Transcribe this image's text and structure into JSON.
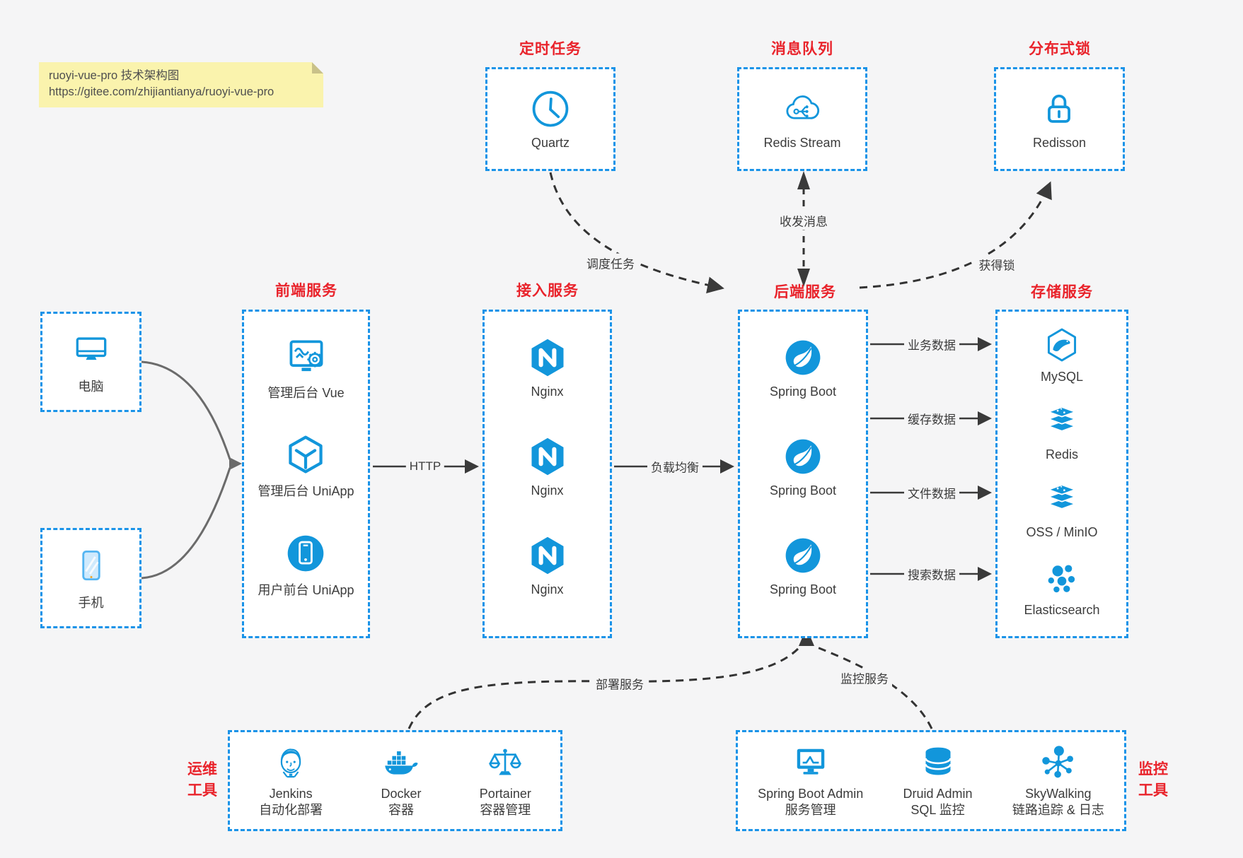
{
  "colors": {
    "accent_blue": "#1296db",
    "border_blue": "#1a93e8",
    "title_red": "#e9232b",
    "arrow_gray": "#6b6b6b",
    "arrow_dark": "#3a3a3a",
    "background": "#f5f5f6",
    "note_background": "#faf3ad"
  },
  "note": {
    "line1": "ruoyi-vue-pro 技术架构图",
    "line2": "https://gitee.com/zhijiantianya/ruoyi-vue-pro"
  },
  "top_groups": [
    {
      "title": "定时任务",
      "node": {
        "icon": "clock-icon",
        "label": "Quartz"
      }
    },
    {
      "title": "消息队列",
      "node": {
        "icon": "cloud-mq-icon",
        "label": "Redis Stream"
      }
    },
    {
      "title": "分布式锁",
      "node": {
        "icon": "lock-icon",
        "label": "Redisson"
      }
    }
  ],
  "clients": [
    {
      "icon": "desktop-icon",
      "label": "电脑"
    },
    {
      "icon": "smartphone-icon",
      "label": "手机"
    }
  ],
  "columns": {
    "frontend": {
      "title": "前端服务",
      "items": [
        {
          "icon": "admin-vue-icon",
          "label": "管理后台 Vue"
        },
        {
          "icon": "uniapp-cube-icon",
          "label": "管理后台 UniApp"
        },
        {
          "icon": "user-app-icon",
          "label": "用户前台 UniApp"
        }
      ]
    },
    "gateway": {
      "title": "接入服务",
      "items": [
        {
          "icon": "nginx-icon",
          "label": "Nginx"
        },
        {
          "icon": "nginx-icon",
          "label": "Nginx"
        },
        {
          "icon": "nginx-icon",
          "label": "Nginx"
        }
      ]
    },
    "backend": {
      "title": "后端服务",
      "items": [
        {
          "icon": "spring-boot-icon",
          "label": "Spring Boot"
        },
        {
          "icon": "spring-boot-icon",
          "label": "Spring Boot"
        },
        {
          "icon": "spring-boot-icon",
          "label": "Spring Boot"
        }
      ]
    },
    "storage": {
      "title": "存储服务",
      "items": [
        {
          "icon": "mysql-icon",
          "label": "MySQL"
        },
        {
          "icon": "redis-icon",
          "label": "Redis"
        },
        {
          "icon": "oss-minio-icon",
          "label": "OSS / MinIO"
        },
        {
          "icon": "elasticsearch-icon",
          "label": "Elasticsearch"
        }
      ]
    }
  },
  "bottom_groups": {
    "devops": {
      "title_line1": "运维",
      "title_line2": "工具",
      "items": [
        {
          "icon": "jenkins-icon",
          "name": "Jenkins",
          "desc": "自动化部署"
        },
        {
          "icon": "docker-icon",
          "name": "Docker",
          "desc": "容器"
        },
        {
          "icon": "portainer-icon",
          "name": "Portainer",
          "desc": "容器管理"
        }
      ]
    },
    "monitoring": {
      "title_line1": "监控",
      "title_line2": "工具",
      "items": [
        {
          "icon": "spring-boot-admin-icon",
          "name": "Spring Boot Admin",
          "desc": "服务管理"
        },
        {
          "icon": "druid-icon",
          "name": "Druid Admin",
          "desc": "SQL 监控"
        },
        {
          "icon": "skywalking-icon",
          "name": "SkyWalking",
          "desc": "链路追踪 & 日志"
        }
      ]
    }
  },
  "edges": {
    "http": "HTTP",
    "load_balance": "负载均衡",
    "business_data": "业务数据",
    "cache_data": "缓存数据",
    "file_data": "文件数据",
    "search_data": "搜索数据",
    "schedule_task": "调度任务",
    "send_receive_message": "收发消息",
    "acquire_lock": "获得锁",
    "deploy_service": "部署服务",
    "monitor_service": "监控服务"
  }
}
